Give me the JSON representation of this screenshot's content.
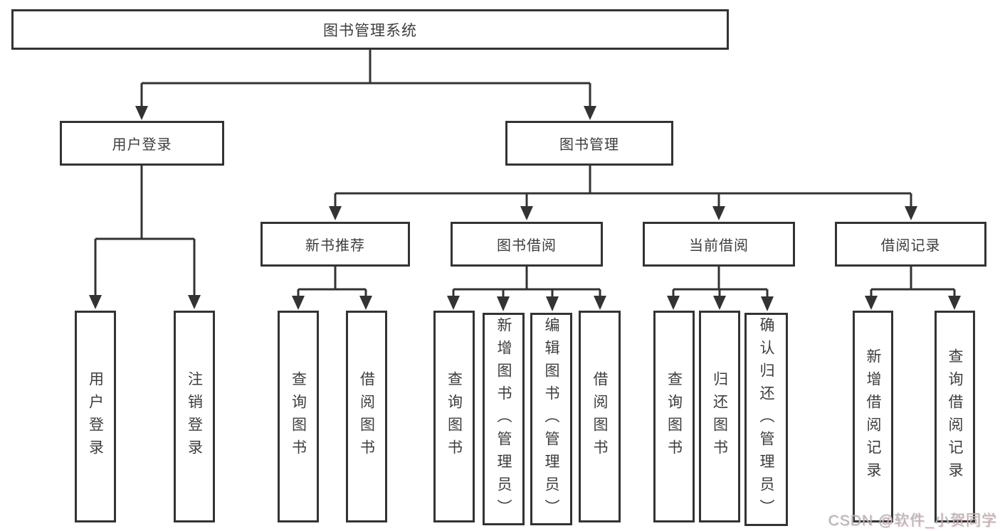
{
  "diagram": {
    "root": {
      "label": "图书管理系统",
      "children": [
        {
          "label": "用户登录",
          "children": [
            {
              "label": "用户登录"
            },
            {
              "label": "注销登录"
            }
          ]
        },
        {
          "label": "图书管理",
          "children": [
            {
              "label": "新书推荐",
              "children": [
                {
                  "label": "查询图书"
                },
                {
                  "label": "借阅图书"
                }
              ]
            },
            {
              "label": "图书借阅",
              "children": [
                {
                  "label": "查询图书"
                },
                {
                  "label": "新增图书（管理员）"
                },
                {
                  "label": "编辑图书（管理员）"
                },
                {
                  "label": "借阅图书"
                }
              ]
            },
            {
              "label": "当前借阅",
              "children": [
                {
                  "label": "查询图书"
                },
                {
                  "label": "归还图书"
                },
                {
                  "label": "确认归还（管理员）"
                }
              ]
            },
            {
              "label": "借阅记录",
              "children": [
                {
                  "label": "新增借阅记录"
                },
                {
                  "label": "查询借阅记录"
                }
              ]
            }
          ]
        }
      ]
    }
  },
  "watermark": {
    "text": "CSDN @软件_小贺同学"
  },
  "colors": {
    "line": "#333333",
    "box_border": "#333333",
    "text": "#3d3d3d",
    "background": "#ffffff",
    "watermark": "#b7b7b7"
  }
}
